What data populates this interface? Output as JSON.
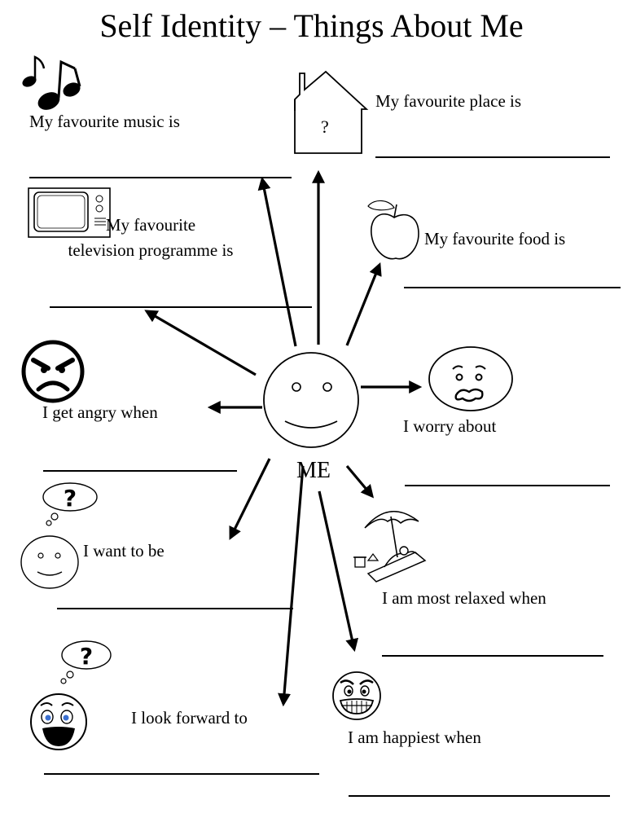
{
  "title": "Self Identity – Things About Me",
  "centre_label": "ME",
  "house_mark": "?",
  "prompts": {
    "music": "My favourite music is",
    "place": "My favourite place is",
    "tv_line1": "My favourite",
    "tv_line2": "television programme is",
    "food": "My favourite food is",
    "angry": "I get angry when",
    "worry": "I worry about",
    "want": "I want to be",
    "relaxed": "I am most relaxed when",
    "forward": "I look forward to",
    "happiest": "I am happiest when"
  },
  "answers": {
    "music": "",
    "place": "",
    "tv": "",
    "food": "",
    "angry": "",
    "worry": "",
    "want": "",
    "relaxed": "",
    "forward": "",
    "happiest": ""
  },
  "icons": [
    "music-notes-icon",
    "house-icon",
    "television-icon",
    "apple-icon",
    "angry-face-icon",
    "worried-face-icon",
    "thinking-face-icon",
    "beach-umbrella-icon",
    "grinning-face-icon",
    "excited-face-icon"
  ],
  "colors": {
    "ink": "#000000",
    "paper": "#ffffff",
    "eye_blue": "#3b6fd0"
  }
}
